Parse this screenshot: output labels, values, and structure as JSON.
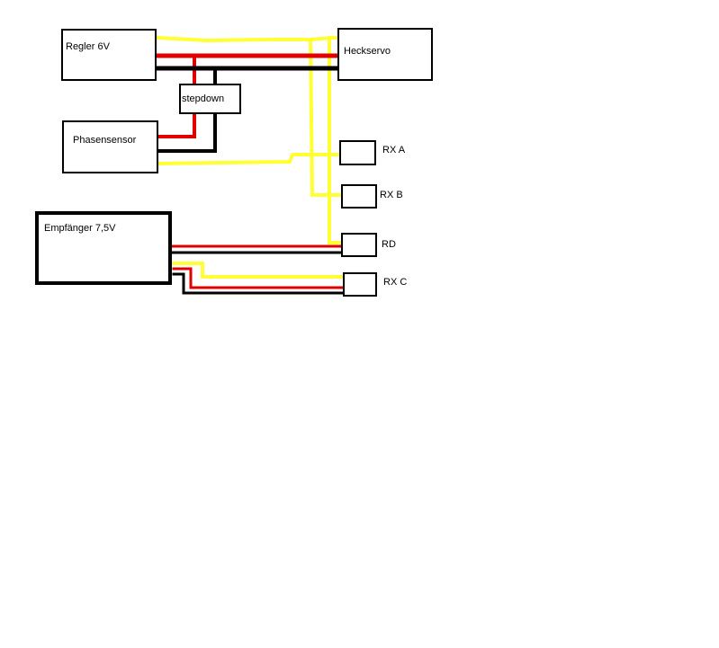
{
  "diagram": {
    "colors": {
      "signal": "#ffff33",
      "power": "#e00000",
      "ground": "#000000",
      "box_border": "#000000",
      "background": "#ffffff"
    },
    "components": {
      "regler": {
        "label": "Regler 6V"
      },
      "heckservo": {
        "label": "Heckservo"
      },
      "stepdown": {
        "label": "stepdown"
      },
      "phasensensor": {
        "label": "Phasensensor"
      },
      "rx_a": {
        "label": "RX A"
      },
      "rx_b": {
        "label": "RX B"
      },
      "empfaenger": {
        "label": "Empfänger 7,5V"
      },
      "rd": {
        "label": "RD"
      },
      "rx_c": {
        "label": "RX C"
      }
    }
  }
}
